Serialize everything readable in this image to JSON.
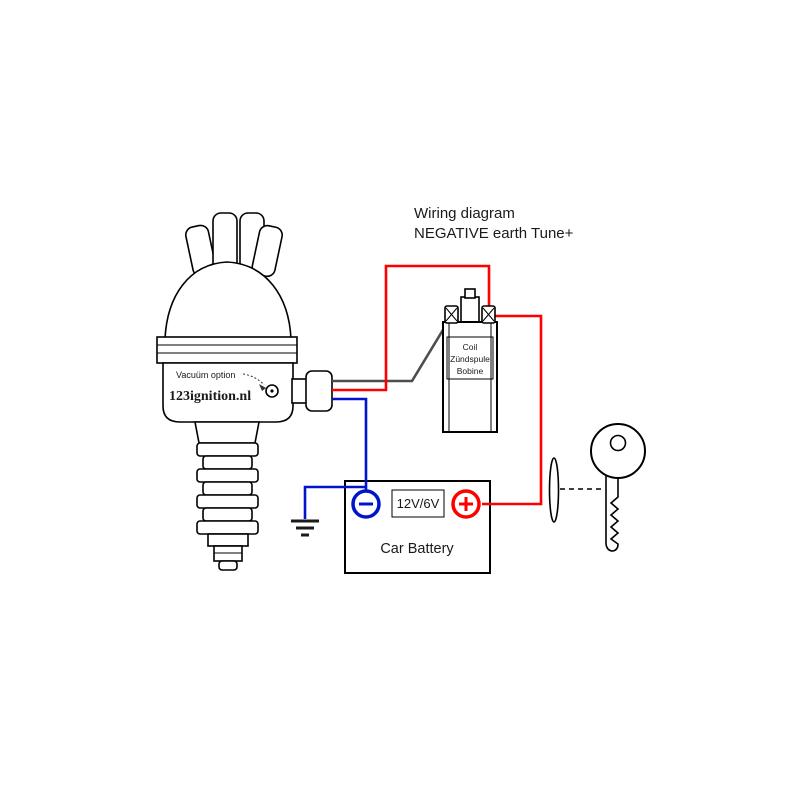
{
  "title": {
    "line1": "Wiring diagram",
    "line2": "NEGATIVE earth Tune+"
  },
  "distributor": {
    "vacuum_label": "Vacuüm option",
    "brand": "123ignition.nl"
  },
  "coil": {
    "label": [
      "Coil",
      "Zündspule",
      "Bobine"
    ]
  },
  "battery": {
    "voltage": "12V/6V",
    "label": "Car Battery",
    "minus_symbol": "-",
    "plus_symbol": "+"
  },
  "colors": {
    "wire_red": "#ff0000",
    "wire_blue": "#0014cc",
    "wire_black": "#4d4d4d",
    "terminal_minus": "#0014cc",
    "terminal_plus": "#ff0000",
    "outline": "#000000",
    "background": "#ffffff"
  }
}
